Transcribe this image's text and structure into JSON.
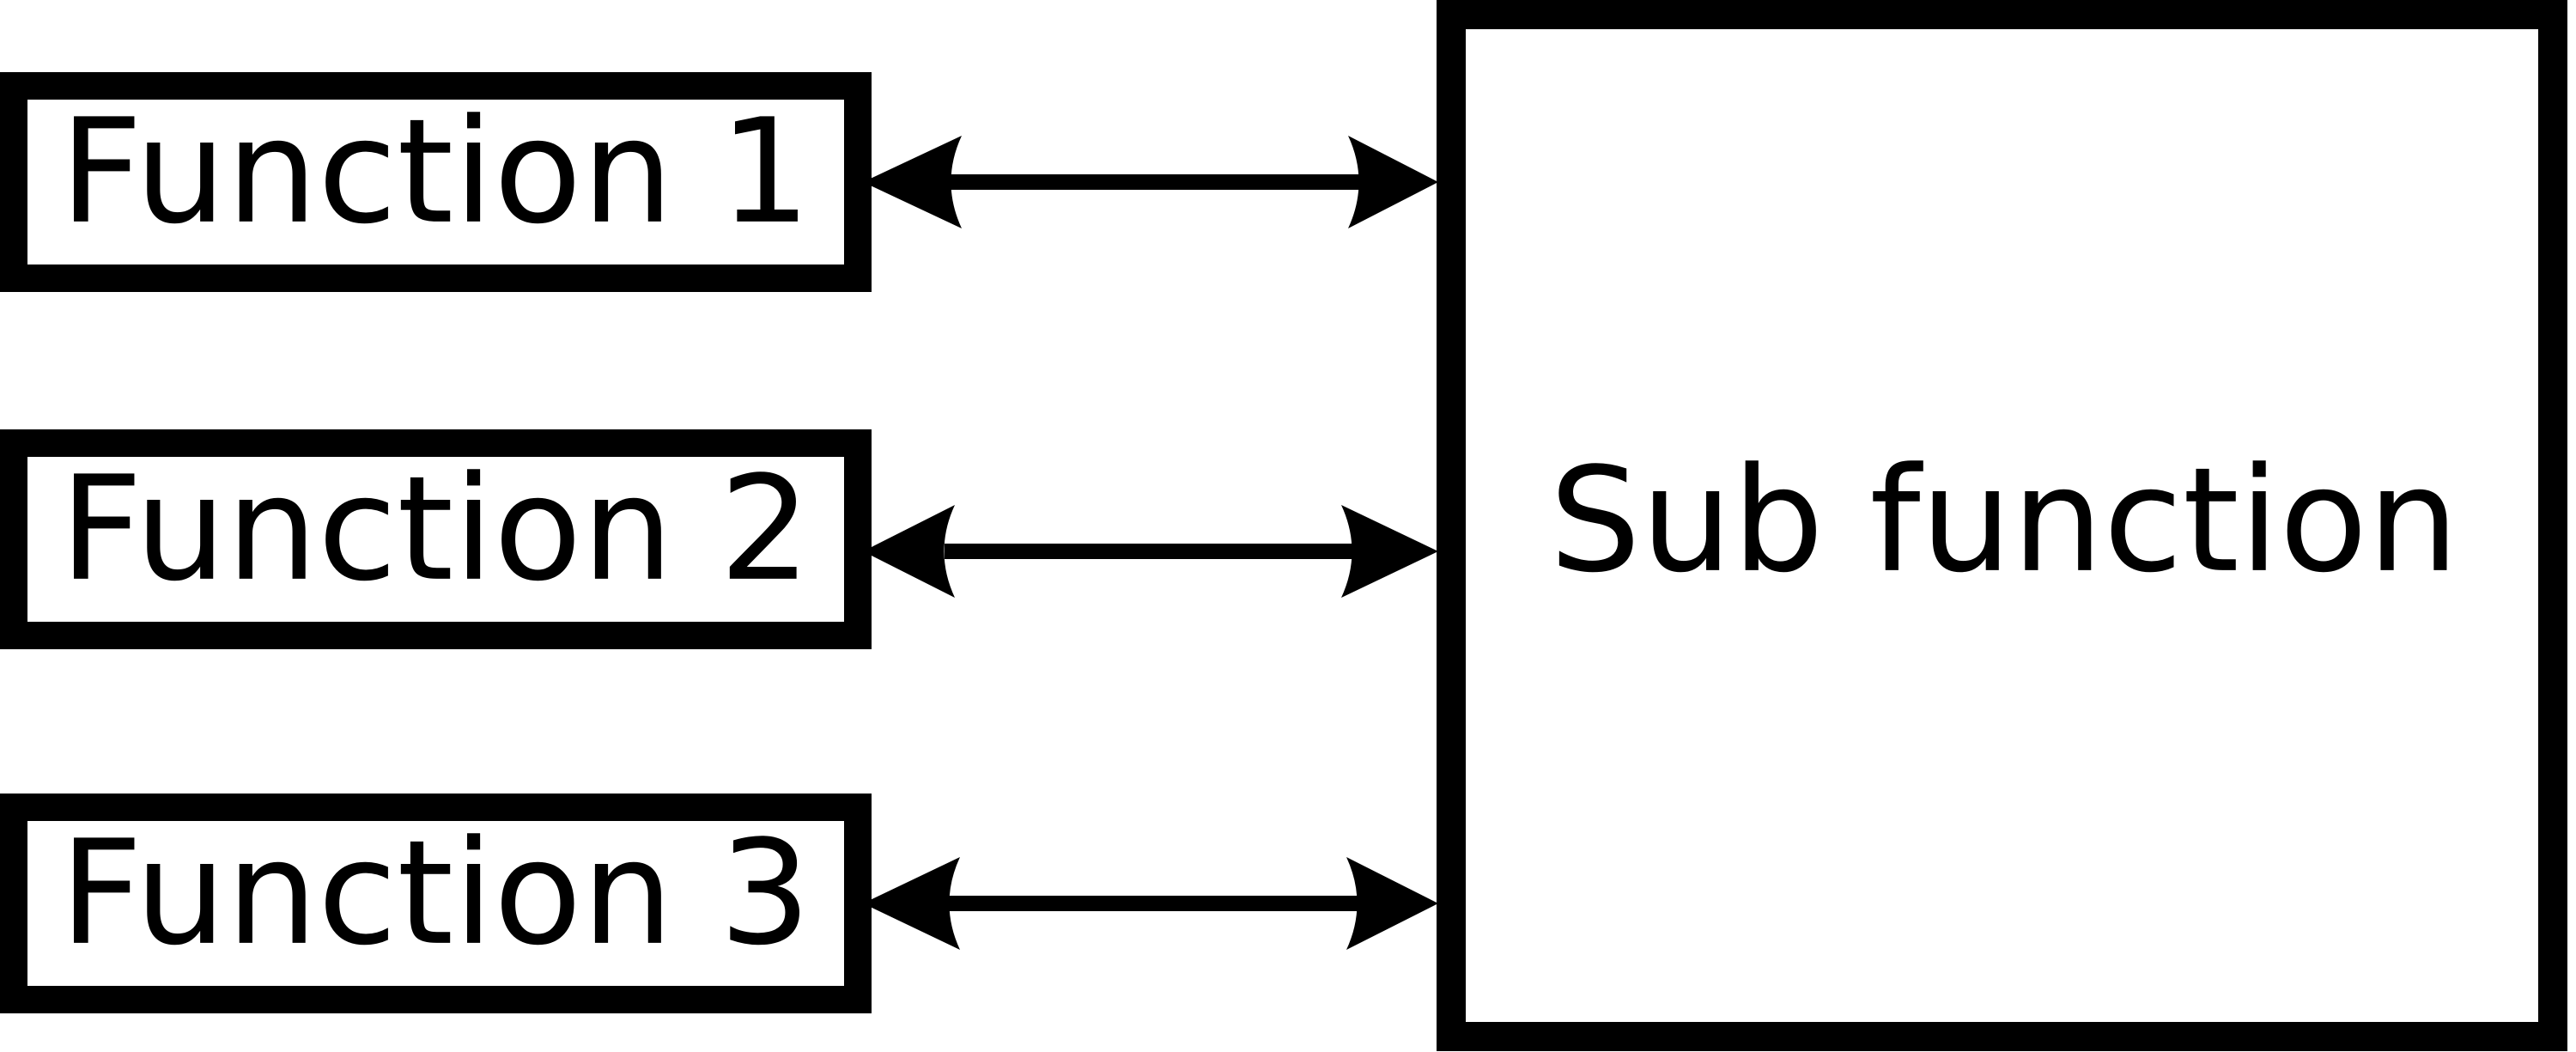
{
  "diagram": {
    "functions": [
      {
        "label": "Function 1"
      },
      {
        "label": "Function 2"
      },
      {
        "label": "Function 3"
      }
    ],
    "sub_function": {
      "label": "Sub function"
    },
    "connector": {
      "type": "bidirectional-arrow"
    }
  },
  "colors": {
    "stroke": "#000000",
    "background": "#ffffff"
  }
}
